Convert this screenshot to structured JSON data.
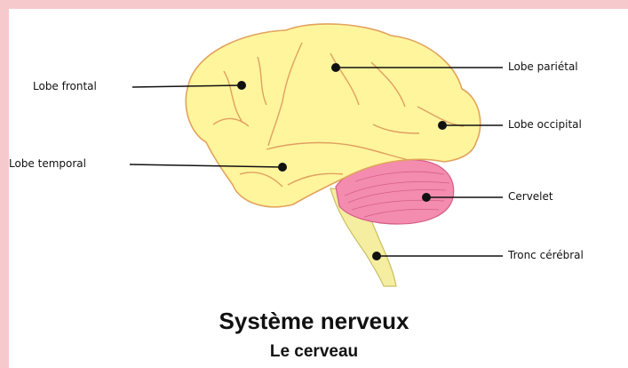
{
  "labels": {
    "frontal": "Lobe frontal",
    "temporal": "Lobe temporal",
    "parietal": "Lobe pariétal",
    "occipital": "Lobe occipital",
    "cervelet": "Cervelet",
    "tronc": "Tronc cérébral"
  },
  "title": "Système nerveux",
  "subtitle": "Le cerveau",
  "colors": {
    "background": "#f6c9cc",
    "brain_fill": "#fff59d",
    "brain_stroke": "#e2a35c",
    "cerebellum_fill": "#f38cae",
    "stem_fill": "#f5eda0"
  }
}
